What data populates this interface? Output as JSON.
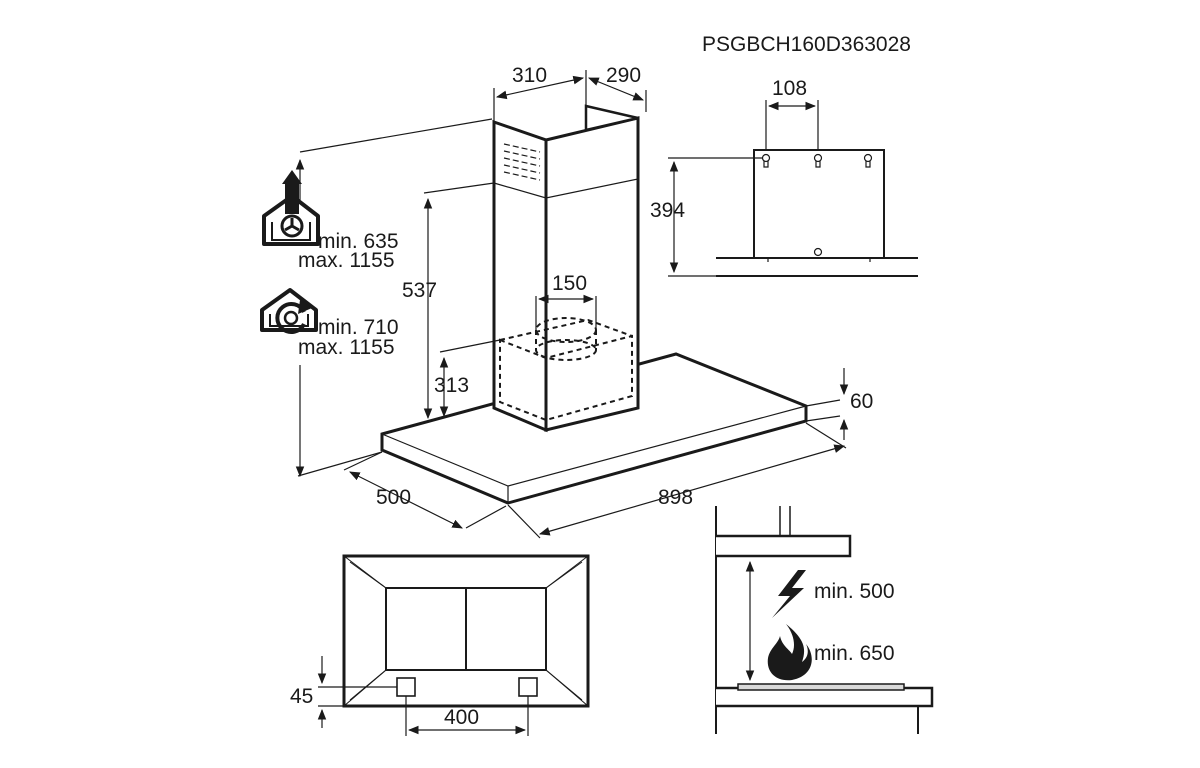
{
  "product_code": "PSGBCH160D363028",
  "chimney": {
    "width": "310",
    "depth": "290"
  },
  "wall_bracket": {
    "hole_spacing": "108",
    "height": "394"
  },
  "outlet_diameter": "150",
  "filter_box_height": "313",
  "chimney_lower_height": "537",
  "hood": {
    "thickness": "60",
    "depth": "500",
    "width": "898"
  },
  "extraction_mode": {
    "icon": "extraction-house-icon",
    "min": "min. 635",
    "max": "max. 1155"
  },
  "recirculation_mode": {
    "icon": "recirculation-house-icon",
    "min": "min. 710",
    "max": "max. 1155"
  },
  "bottom_view": {
    "edge_offset": "45",
    "filter_spacing": "400"
  },
  "clearance": {
    "electric": {
      "icon": "lightning-icon",
      "label": "min. 500"
    },
    "gas": {
      "icon": "flame-icon",
      "label": "min. 650"
    }
  }
}
